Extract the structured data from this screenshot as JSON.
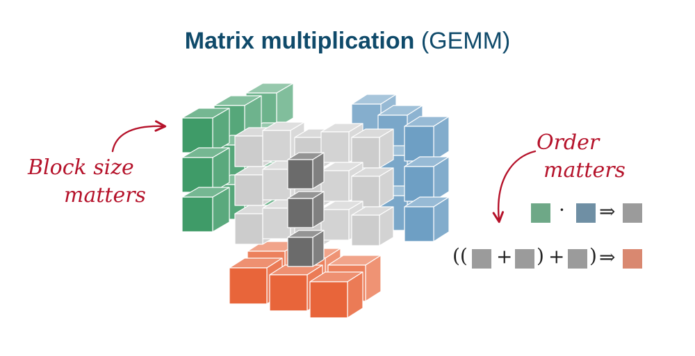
{
  "title": {
    "bold": "Matrix multiplication",
    "light": "(GEMM)"
  },
  "annotations": {
    "block_size": [
      "Block size",
      "matters"
    ],
    "order": [
      "Order",
      "matters"
    ]
  },
  "equations": {
    "dot": "·",
    "implies": "⇒",
    "plus": "+",
    "open_parens": "((",
    "close_paren": ")"
  },
  "colors": {
    "title": "#0f4a6a",
    "annotation": "#b5122a",
    "green": "#3f9b68",
    "blue": "#6e9fc4",
    "gray": "#c9c9c9",
    "dark_gray": "#6b6b6b",
    "orange": "#e8653a",
    "eq_green": "#6ea887",
    "eq_blue": "#6f8fa4",
    "eq_gray": "#9b9b9b",
    "eq_salmon": "#d98870"
  }
}
